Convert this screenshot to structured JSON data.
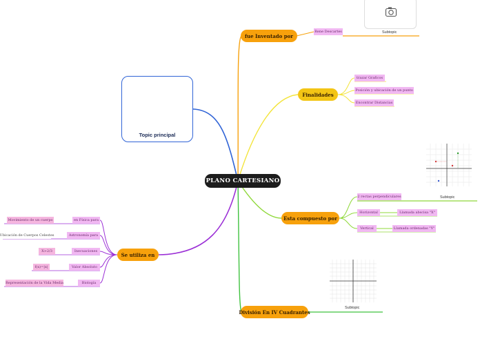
{
  "central": {
    "title": "PLANO CARTESIANO"
  },
  "topic_card": {
    "label": "Topic principal"
  },
  "branch_fue": {
    "title": "fue Inventado por",
    "child": "Rene Descartes",
    "subtopic_label": "Subtopic",
    "photo_icon": "camera-icon"
  },
  "branch_finalidades": {
    "title": "Finalidades",
    "items": [
      "trazar Graficos",
      "Posición y ubicación de un punto",
      "Encontrar Distancias"
    ]
  },
  "branch_compuesto": {
    "title": "Esta compuesto por",
    "child": "2 rectas perpendiculares",
    "subtopic_label": "Subtopic",
    "horizontal": "Horizontal",
    "horizontal_desc": "Llamada abscisa \"X\"",
    "vertical": "Vertical",
    "vertical_desc": "Llamada ordenadas \"Y\""
  },
  "branch_division": {
    "title": "División En IV Cuadrantes",
    "subtopic_label": "Subtopic"
  },
  "branch_utiliza": {
    "title": "Se utiliza en",
    "rows": [
      {
        "field": "en Física para",
        "example": "Movimiento de un cuerpo"
      },
      {
        "field": "Astronomía para",
        "example": "Ubicación de Cuerpos Celestes"
      },
      {
        "field": "Inecuaciones",
        "example": "X>2/3"
      },
      {
        "field": "Valor Absoluto",
        "example": "f(x)=|x|"
      },
      {
        "field": "Biología",
        "example": "Representación de la Vida Media"
      }
    ]
  },
  "colors": {
    "blue": "#2f63d6",
    "orange": "#f7a10c",
    "yellow": "#f3e43a",
    "green_light": "#8fd83a",
    "green": "#3fc23f",
    "purple": "#9b2fd6",
    "pink": "#f1b8f2"
  }
}
